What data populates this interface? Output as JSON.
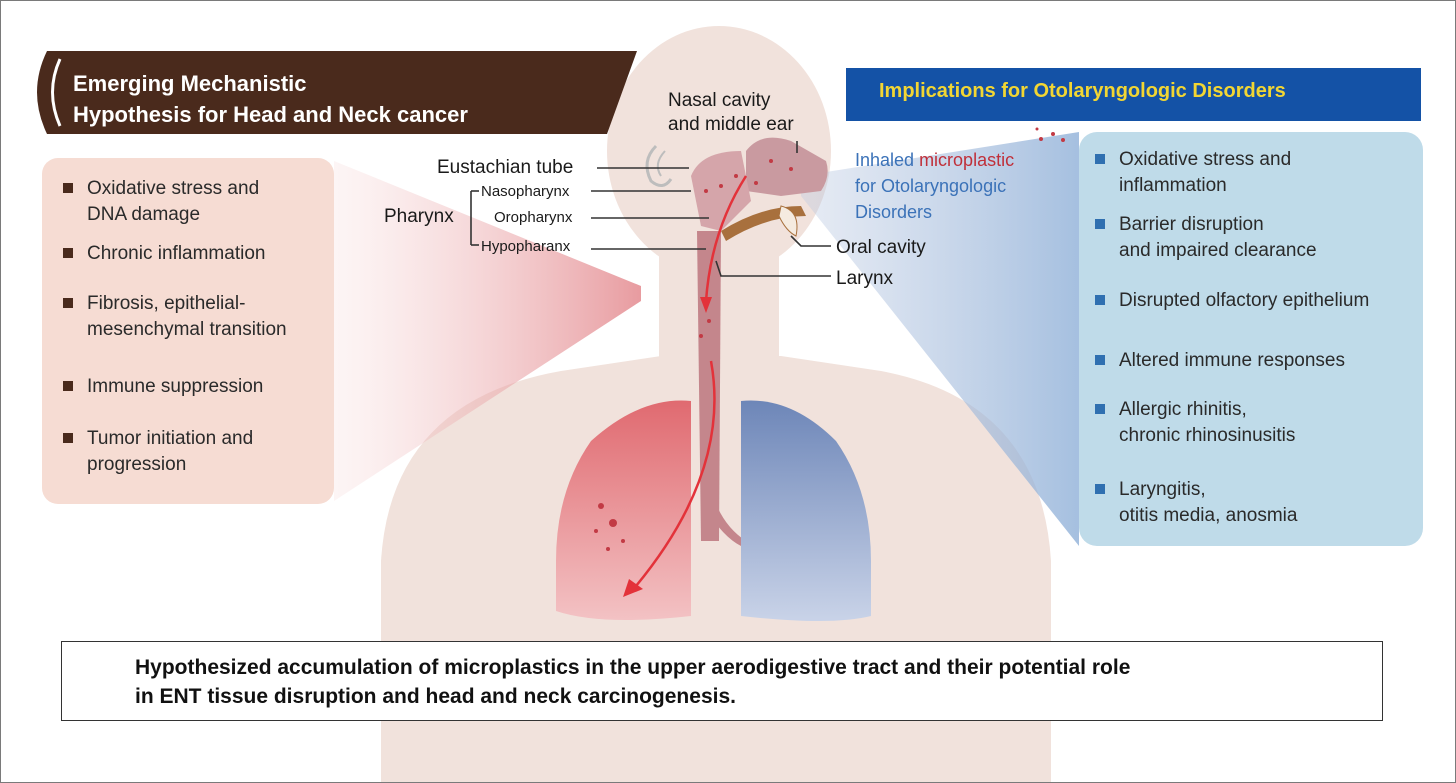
{
  "left_banner": {
    "title_line1": "Emerging Mechanistic",
    "title_line2": "Hypothesis for Head and Neck cancer"
  },
  "right_banner": {
    "title": "Implications for Otolaryngologic Disorders"
  },
  "left_list": [
    {
      "line1": "Oxidative stress and",
      "line2": "DNA damage"
    },
    {
      "line1": "Chronic inflammation",
      "line2": ""
    },
    {
      "line1": "Fibrosis, epithelial-",
      "line2": "mesenchymal transition"
    },
    {
      "line1": "Immune suppression",
      "line2": ""
    },
    {
      "line1": "Tumor initiation and",
      "line2": "progression"
    }
  ],
  "right_list": [
    {
      "line1": "Oxidative stress and",
      "line2": "inflammation"
    },
    {
      "line1": "Barrier disruption",
      "line2": "and impaired clearance"
    },
    {
      "line1": "Disrupted olfactory epithelium",
      "line2": ""
    },
    {
      "line1": "Altered immune responses",
      "line2": ""
    },
    {
      "line1": "Allergic rhinitis,",
      "line2": "chronic rhinosinusitis"
    },
    {
      "line1": "Laryngitis,",
      "line2": "otitis media, anosmia"
    }
  ],
  "anatomy": {
    "nasal_cavity_line1": "Nasal cavity",
    "nasal_cavity_line2": "and middle ear",
    "eustachian_tube": "Eustachian tube",
    "pharynx": "Pharynx",
    "nasopharynx": "Nasopharynx",
    "oropharynx": "Oropharynx",
    "hypopharynx": "Hypopharanx",
    "oral_cavity": "Oral cavity",
    "larynx": "Larynx"
  },
  "inhaled": {
    "prefix": "Inhaled ",
    "highlight": "microplastic",
    "line2": "for Otolaryngologic",
    "line3": "Disorders"
  },
  "caption": {
    "line1": "Hypothesized accumulation of microplastics in the upper aerodigestive tract and their potential role",
    "line2": "in ENT tissue disruption and head and neck carcinogenesis."
  },
  "colors": {
    "left_banner": "#4a2a1c",
    "right_banner": "#1452a6",
    "right_banner_text": "#f2d633",
    "left_panel": "#f6dcd3",
    "right_panel": "#bfdbe9",
    "left_bullet": "#4a2a1c",
    "right_bullet": "#2f6fb0",
    "microplastic_red": "#c0303a"
  }
}
